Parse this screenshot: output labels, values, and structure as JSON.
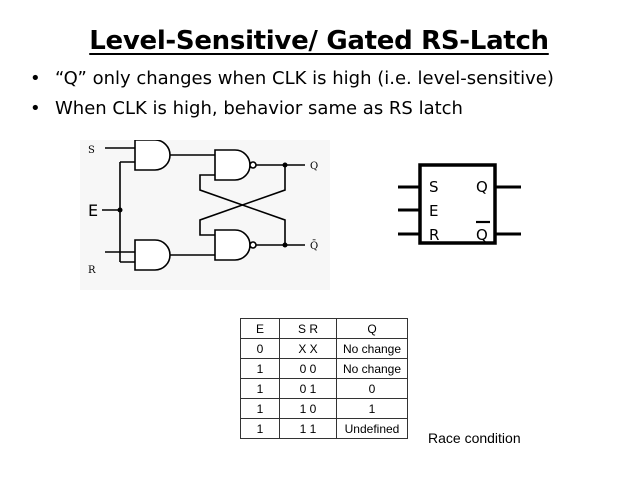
{
  "title": "Level-Sensitive/ Gated  RS-Latch",
  "bullets": [
    {
      "marker": "•",
      "text": "“Q” only changes when CLK is high (i.e. level-sensitive)"
    },
    {
      "marker": "•",
      "text": "When CLK is high, behavior same as RS latch"
    }
  ],
  "circuit": {
    "input_s": "S",
    "input_e": "E",
    "input_r": "R",
    "output_q": "Q",
    "output_qbar": "Q̄"
  },
  "symbol": {
    "pin_s": "S",
    "pin_e": "E",
    "pin_r": "R",
    "pin_q": "Q",
    "pin_qbar": "Q"
  },
  "truth_table": {
    "headers": [
      "E",
      "S R",
      "Q"
    ],
    "rows": [
      [
        "0",
        "X X",
        "No change"
      ],
      [
        "1",
        "0 0",
        "No change"
      ],
      [
        "1",
        "0 1",
        "0"
      ],
      [
        "1",
        "1 0",
        "1"
      ],
      [
        "1",
        "1 1",
        "Undefined"
      ]
    ]
  },
  "race_note": "Race condition"
}
